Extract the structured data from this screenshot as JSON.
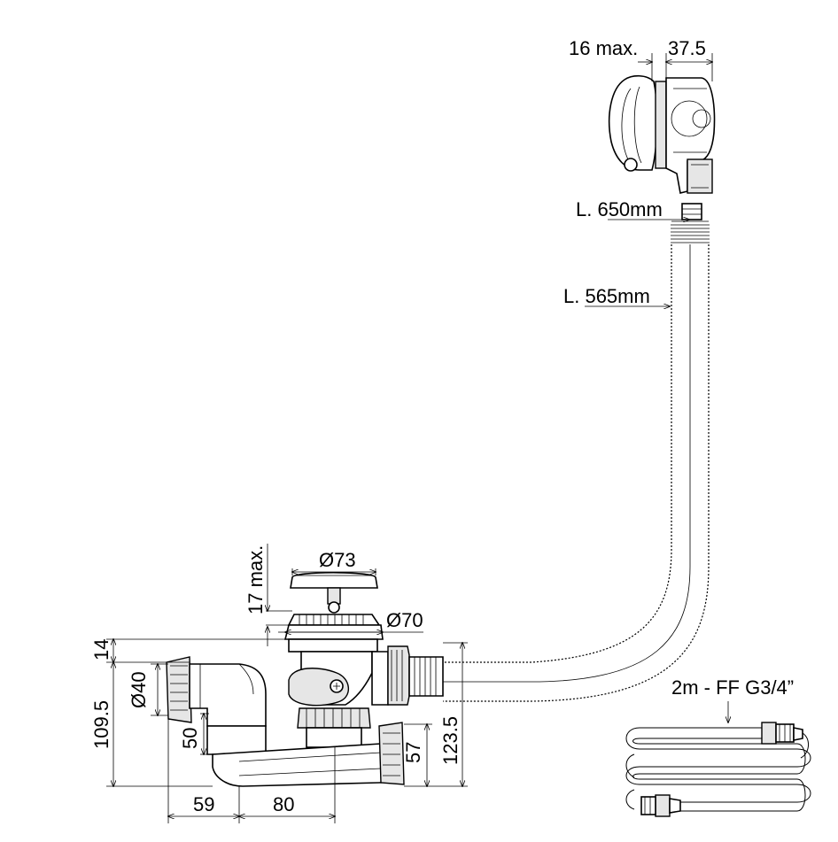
{
  "labels": {
    "overflow_depth": "16 max.",
    "overflow_width": "37.5",
    "cable_length": "L. 650mm",
    "hose_length": "L. 565mm",
    "stopper_height": "17 max.",
    "stopper_diameter": "Ø73",
    "flange_diameter": "Ø70",
    "pipe_diameter": "Ø40",
    "flange_thickness": "14",
    "total_height_left": "109.5",
    "trap_offset": "50",
    "outlet_height": "57",
    "total_height_right": "123.5",
    "width_left": "59",
    "width_right": "80",
    "supply_hose": "2m - FF G3/4”"
  }
}
